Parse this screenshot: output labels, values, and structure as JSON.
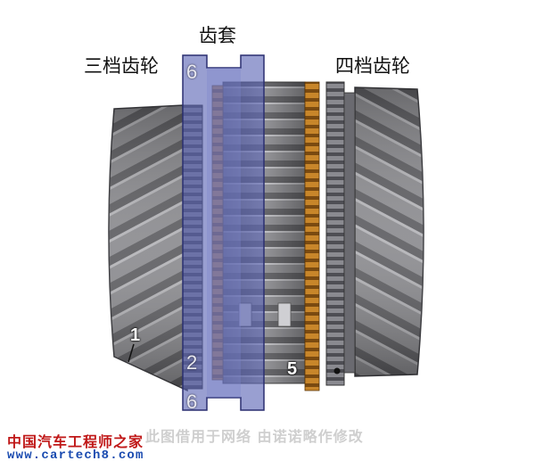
{
  "labels": {
    "third_gear": "三档齿轮",
    "sleeve": "齿套",
    "fourth_gear": "四档齿轮"
  },
  "callouts": {
    "top_sleeve": "6",
    "bottom_sleeve": "6",
    "sleeve_inner": "2",
    "left_gear": "1",
    "synchro_ring": "5"
  },
  "watermark": {
    "site_name": "中国汽车工程师之家",
    "site_url": "www.cartech8.com",
    "note": "此图借用于网络  由诺诺略作修改"
  },
  "colors": {
    "gear_gray": "#8a8a8e",
    "sleeve_blue": "#5a64b4",
    "synchro_orange": "#c07a1a",
    "watermark_red": "#c01818",
    "watermark_blue": "#1a4bb0"
  }
}
